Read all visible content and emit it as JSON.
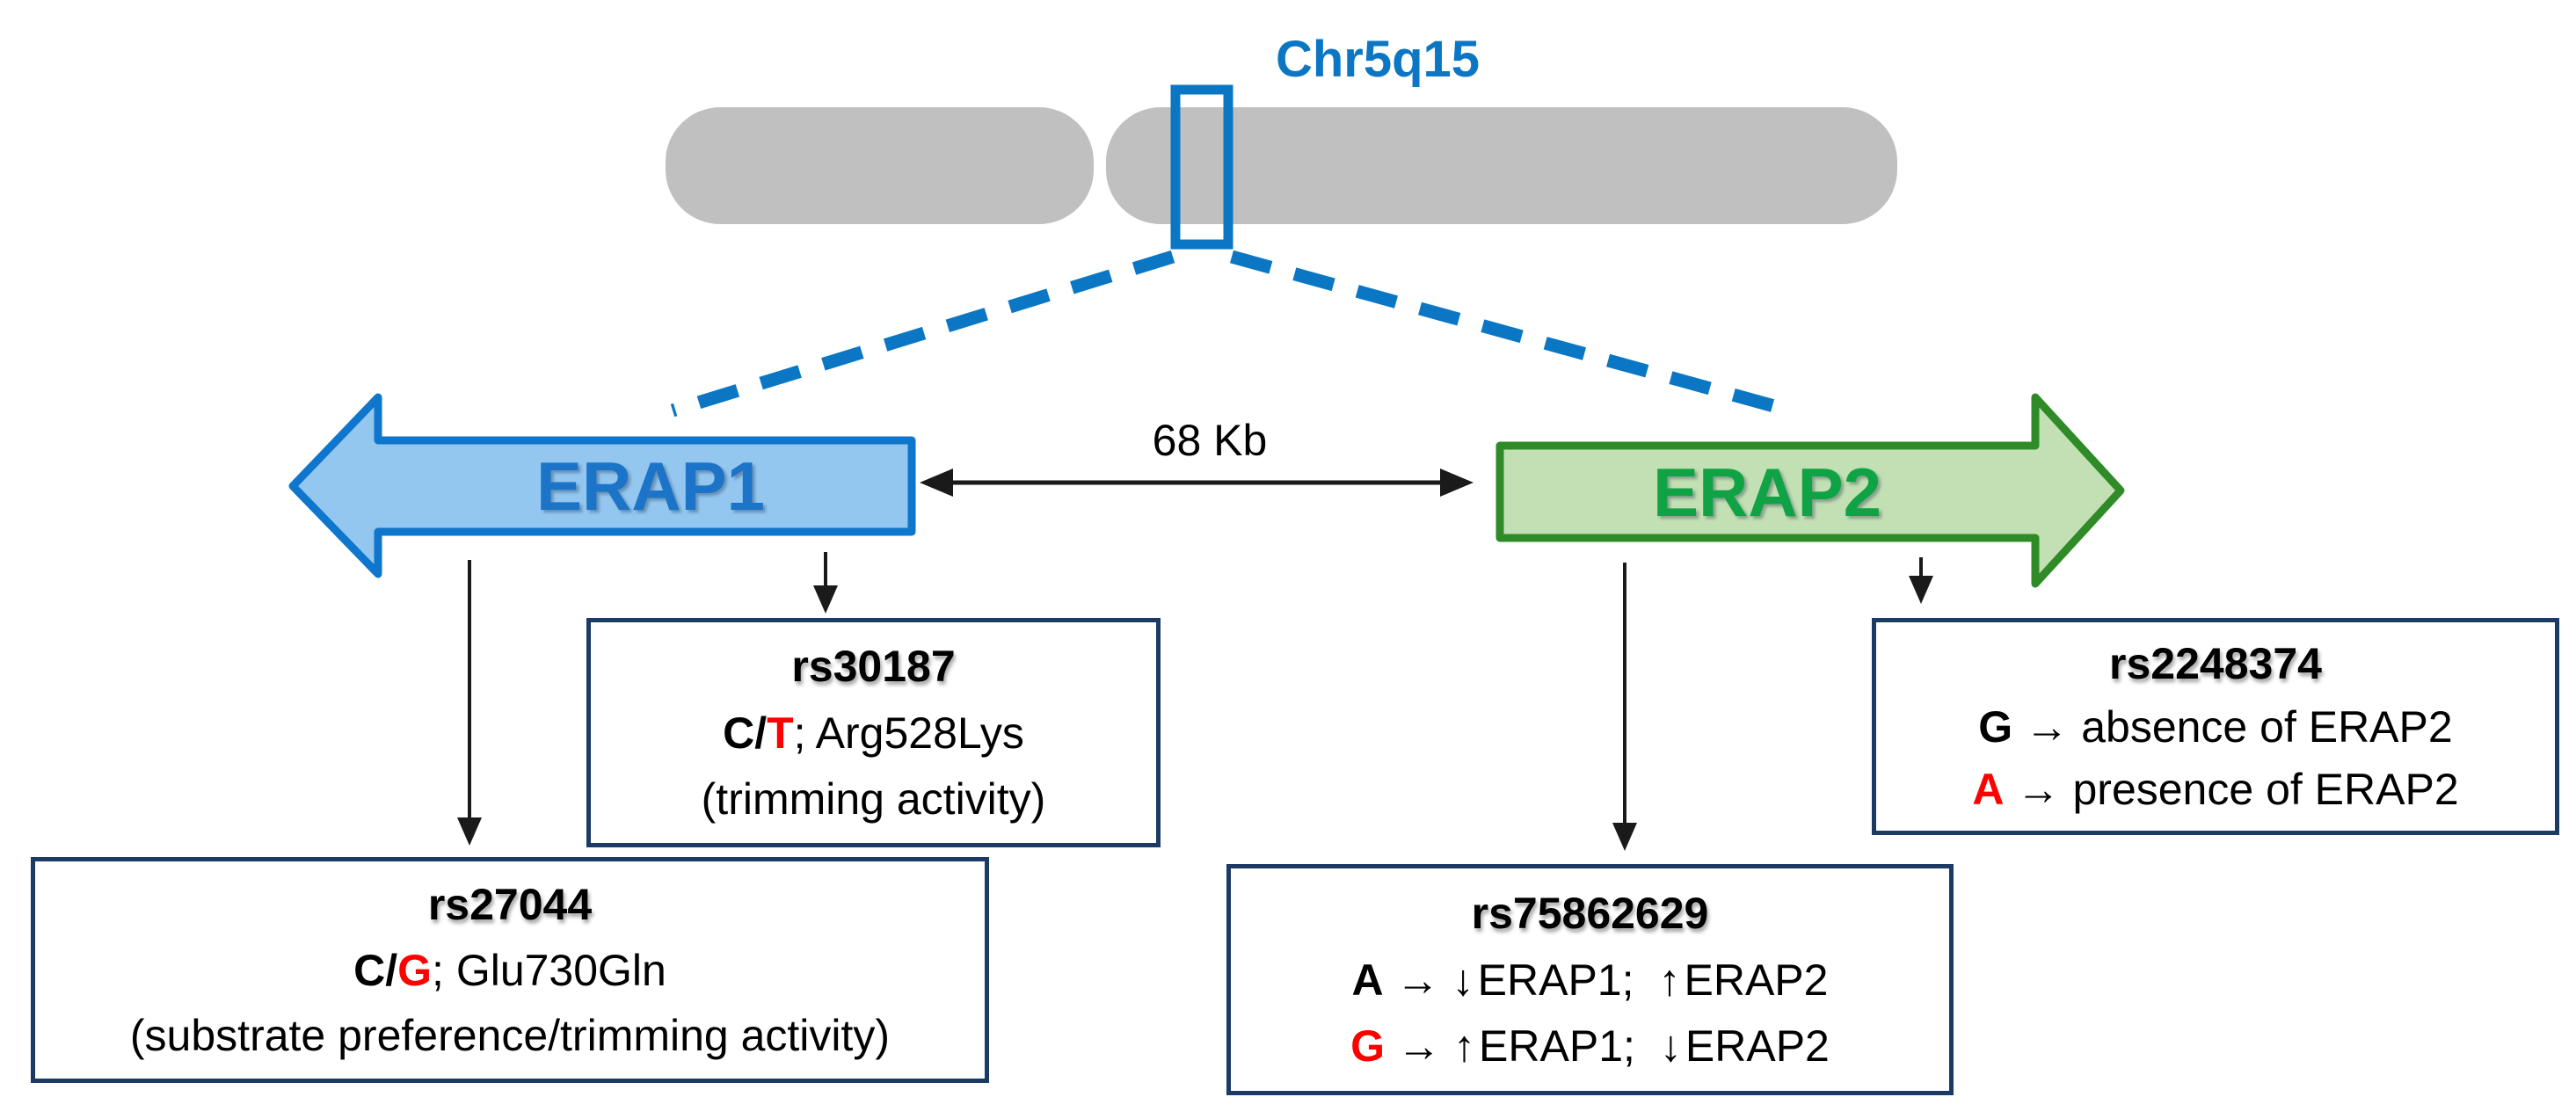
{
  "figure": {
    "locus_label": "Chr5q15",
    "distance_label": "68 Kb",
    "genes": {
      "erap1": {
        "label": "ERAP1"
      },
      "erap2": {
        "label": "ERAP2"
      }
    }
  },
  "colors": {
    "accent_blue": "#0B77C4",
    "erap1_fill": "#93C7F0",
    "erap1_border": "#0E76CC",
    "erap1_text": "#1B74C8",
    "erap2_fill": "#C2E0B3",
    "erap2_border": "#2E8B28",
    "erap2_text": "#10A346",
    "chromosome_gray": "#C0C0C0",
    "box_border": "#1B3A66",
    "allele_red": "#FF0000",
    "connector_black": "#1A1A1A"
  },
  "snp_boxes": {
    "rs30187": {
      "title": "rs30187",
      "allele_pair_black": "C/",
      "allele_red": "T",
      "variant_rest": "; Arg528Lys",
      "note": "(trimming activity)"
    },
    "rs27044": {
      "title": "rs27044",
      "allele_pair_black": "C/",
      "allele_red": "G",
      "variant_rest": "; Glu730Gln",
      "note": "(substrate preference/trimming activity)"
    },
    "rs75862629": {
      "title": "rs75862629",
      "row1": {
        "allele": "A",
        "arrow": "→",
        "dir1": "↓",
        "gene1": "ERAP1;",
        "dir2": "↑",
        "gene2": "ERAP2"
      },
      "row2": {
        "allele": "G",
        "arrow": "→",
        "dir1": "↑",
        "gene1": "ERAP1;",
        "dir2": "↓",
        "gene2": "ERAP2"
      }
    },
    "rs2248374": {
      "title": "rs2248374",
      "row1": {
        "allele": "G",
        "arrow": "→",
        "text": "absence of ERAP2"
      },
      "row2": {
        "allele": "A",
        "arrow": "→",
        "text": "presence of ERAP2"
      }
    }
  }
}
